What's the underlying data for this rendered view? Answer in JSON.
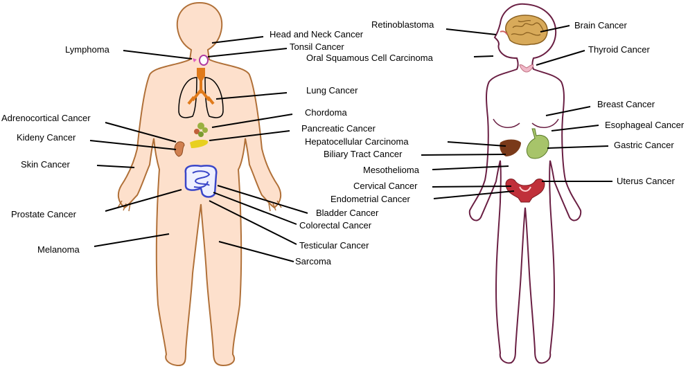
{
  "colors": {
    "male_skin": "#fde0cc",
    "male_outline": "#b07038",
    "female_outline": "#6a1f43",
    "brain": "#c89a4a",
    "lung": "#e07a1a",
    "intestine": "#3a46c8",
    "uterus": "#c0303a",
    "liver": "#7a3a1a",
    "stomach": "#a7c46a"
  },
  "labels": {
    "head_neck": "Head and Neck Cancer",
    "tonsil": "Tonsil Cancer",
    "lymphoma": "Lymphoma",
    "lung": "Lung Cancer",
    "adrenocortical": "Adrenocortical Cancer",
    "chordoma": "Chordoma",
    "pancreatic": "Pancreatic Cancer",
    "kidney": "Kideny Cancer",
    "skin": "Skin Cancer",
    "prostate": "Prostate Cancer",
    "bladder": "Bladder Cancer",
    "colorectal": "Colorectal Cancer",
    "melanoma": "Melanoma",
    "testicular": "Testicular Cancer",
    "sarcoma": "Sarcoma",
    "retinoblastoma": "Retinoblastoma",
    "brain": "Brain Cancer",
    "oral": "Oral Squamous Cell Carcinoma",
    "thyroid": "Thyroid Cancer",
    "breast": "Breast Cancer",
    "esophageal": "Esophageal Cancer",
    "hepatocellular": "Hepatocellular Carcinoma",
    "gastric": "Gastric Cancer",
    "biliary": "Biliary Tract Cancer",
    "mesothelioma": "Mesothelioma",
    "cervical": "Cervical Cancer",
    "uterus": "Uterus Cancer",
    "endometrial": "Endometrial Cancer"
  }
}
